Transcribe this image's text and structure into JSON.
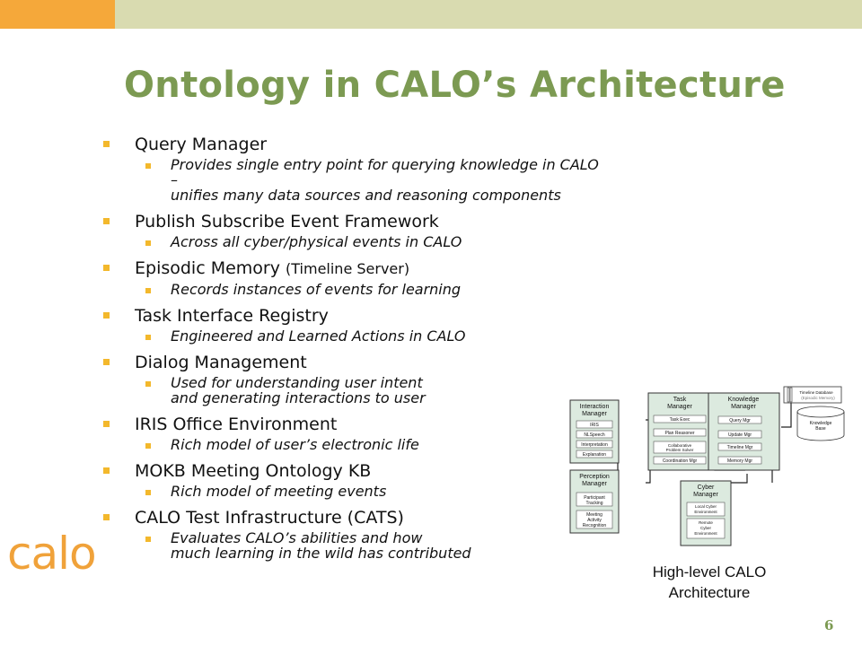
{
  "slide": {
    "title": "Ontology in CALO’s Architecture",
    "logo": "calo",
    "page_number": "6",
    "caption_line1": "High-level CALO",
    "caption_line2": "Architecture"
  },
  "bullets": [
    {
      "text": "Query Manager",
      "paren": "",
      "subs": [
        "Provides single entry point for querying knowledge in CALO –",
        "unifies many data sources and reasoning components"
      ]
    },
    {
      "text": "Publish Subscribe Event Framework",
      "paren": "",
      "subs": [
        "Across all cyber/physical events in CALO"
      ]
    },
    {
      "text": "Episodic Memory ",
      "paren": "(Timeline Server)",
      "subs": [
        "Records instances of events for learning"
      ]
    },
    {
      "text": "Task Interface Registry",
      "paren": "",
      "subs": [
        "Engineered and Learned Actions in CALO"
      ]
    },
    {
      "text": "Dialog Management",
      "paren": "",
      "subs": [
        "Used for understanding user intent",
        "and generating interactions to user"
      ]
    },
    {
      "text": "IRIS Office Environment",
      "paren": "",
      "subs": [
        "Rich model of user’s electronic life"
      ]
    },
    {
      "text": "MOKB Meeting Ontology KB",
      "paren": "",
      "subs": [
        "Rich model of meeting events"
      ]
    },
    {
      "text": "CALO Test Infrastructure (CATS)",
      "paren": "",
      "subs": [
        "Evaluates CALO’s abilities and how",
        "much learning in the wild has contributed"
      ]
    }
  ],
  "diagram": {
    "interaction_manager": {
      "title1": "Interaction",
      "title2": "Manager",
      "items": [
        "IRIS",
        "NLSpeech",
        "Interpretation",
        "Explanation"
      ]
    },
    "task_manager": {
      "title1": "Task",
      "title2": "Manager",
      "items": [
        "Task Exec",
        "Plan Reasoner",
        "Collaborative",
        "Problem Solver",
        "Coordination Mgr"
      ]
    },
    "knowledge_manager": {
      "title1": "Knowledge",
      "title2": "Manager",
      "items": [
        "Query Mgr",
        "Update Mgr",
        "Timeline Mgr",
        "Memory Mgr"
      ]
    },
    "perception_manager": {
      "title1": "Perception",
      "title2": "Manager",
      "items": [
        "Participant",
        "Tracking",
        "Meeting",
        "Activity",
        "Recognition"
      ]
    },
    "cyber_manager": {
      "title1": "Cyber",
      "title2": "Manager",
      "items": [
        "Local Cyber",
        "Environment",
        "Remote",
        "Cyber",
        "Environment"
      ]
    },
    "timeline_db": {
      "line1": "Timeline Database",
      "line2": "(Episodic Memory)"
    },
    "knowledge_base": {
      "line1": "Knowledge",
      "line2": "Base"
    }
  }
}
